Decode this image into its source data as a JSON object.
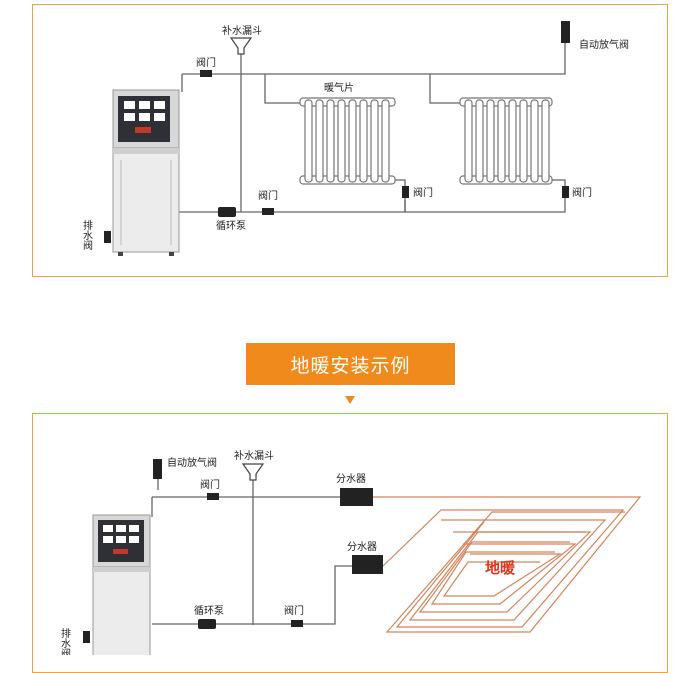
{
  "radiator_diagram": {
    "labels": {
      "makeup_funnel": "补水漏斗",
      "auto_vent_valve": "自动放气阀",
      "valve": "阀门",
      "radiator": "暖气片",
      "circulation_pump": "循环泵",
      "drain_valve": "排水阀"
    }
  },
  "banner": {
    "title": "地暖安装示例"
  },
  "floor_heating_diagram": {
    "labels": {
      "auto_vent_valve": "自动放气阀",
      "makeup_funnel": "补水漏斗",
      "valve": "阀门",
      "manifold": "分水器",
      "circulation_pump": "循环泵",
      "drain_valve": "排水阀",
      "floor_heating": "地暖"
    }
  },
  "colors": {
    "frame_border": "#f0a04b",
    "banner_bg": "#f18a1c",
    "banner_text": "#ffffff",
    "pipe": "#666666",
    "floor_pipe": "#d4845a",
    "floor_label": "#d9381e"
  }
}
